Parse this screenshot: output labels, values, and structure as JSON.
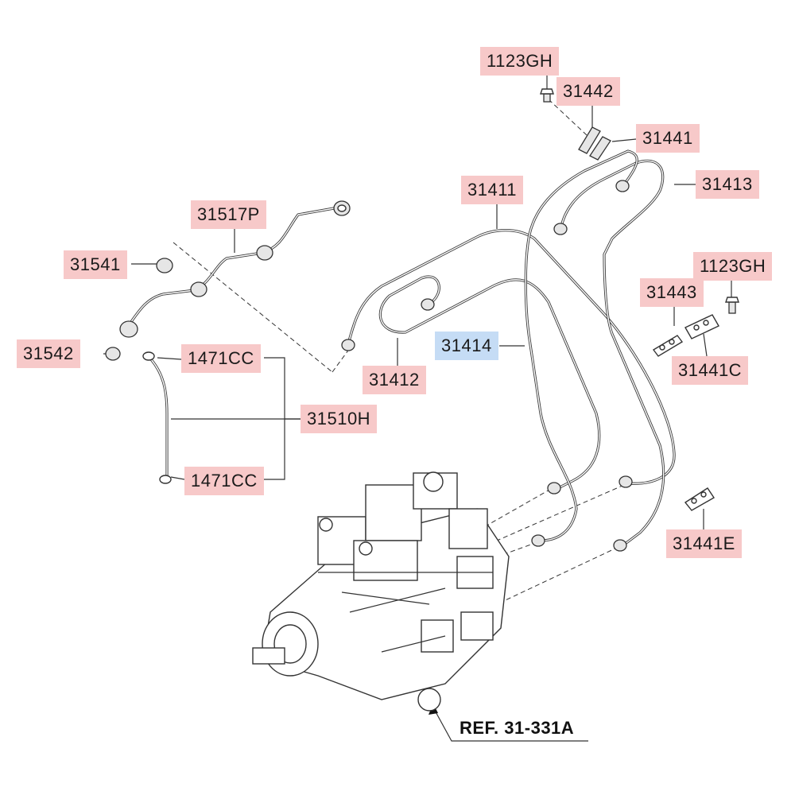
{
  "diagram": {
    "callouts": [
      {
        "id": "c-1123gh-top",
        "text": "1123GH",
        "color": "pink"
      },
      {
        "id": "c-31442",
        "text": "31442",
        "color": "pink"
      },
      {
        "id": "c-31441",
        "text": "31441",
        "color": "pink"
      },
      {
        "id": "c-31413",
        "text": "31413",
        "color": "pink"
      },
      {
        "id": "c-31411",
        "text": "31411",
        "color": "pink"
      },
      {
        "id": "c-31517p",
        "text": "31517P",
        "color": "pink"
      },
      {
        "id": "c-31541",
        "text": "31541",
        "color": "pink"
      },
      {
        "id": "c-1123gh-right",
        "text": "1123GH",
        "color": "pink"
      },
      {
        "id": "c-31443",
        "text": "31443",
        "color": "pink"
      },
      {
        "id": "c-31414",
        "text": "31414",
        "color": "blue"
      },
      {
        "id": "c-31542",
        "text": "31542",
        "color": "pink"
      },
      {
        "id": "c-1471cc-top",
        "text": "1471CC",
        "color": "pink"
      },
      {
        "id": "c-31441c",
        "text": "31441C",
        "color": "pink"
      },
      {
        "id": "c-31412",
        "text": "31412",
        "color": "pink"
      },
      {
        "id": "c-31510h",
        "text": "31510H",
        "color": "pink"
      },
      {
        "id": "c-1471cc-bottom",
        "text": "1471CC",
        "color": "pink"
      },
      {
        "id": "c-31441e",
        "text": "31441E",
        "color": "pink"
      }
    ],
    "reference": "REF. 31-331A"
  }
}
